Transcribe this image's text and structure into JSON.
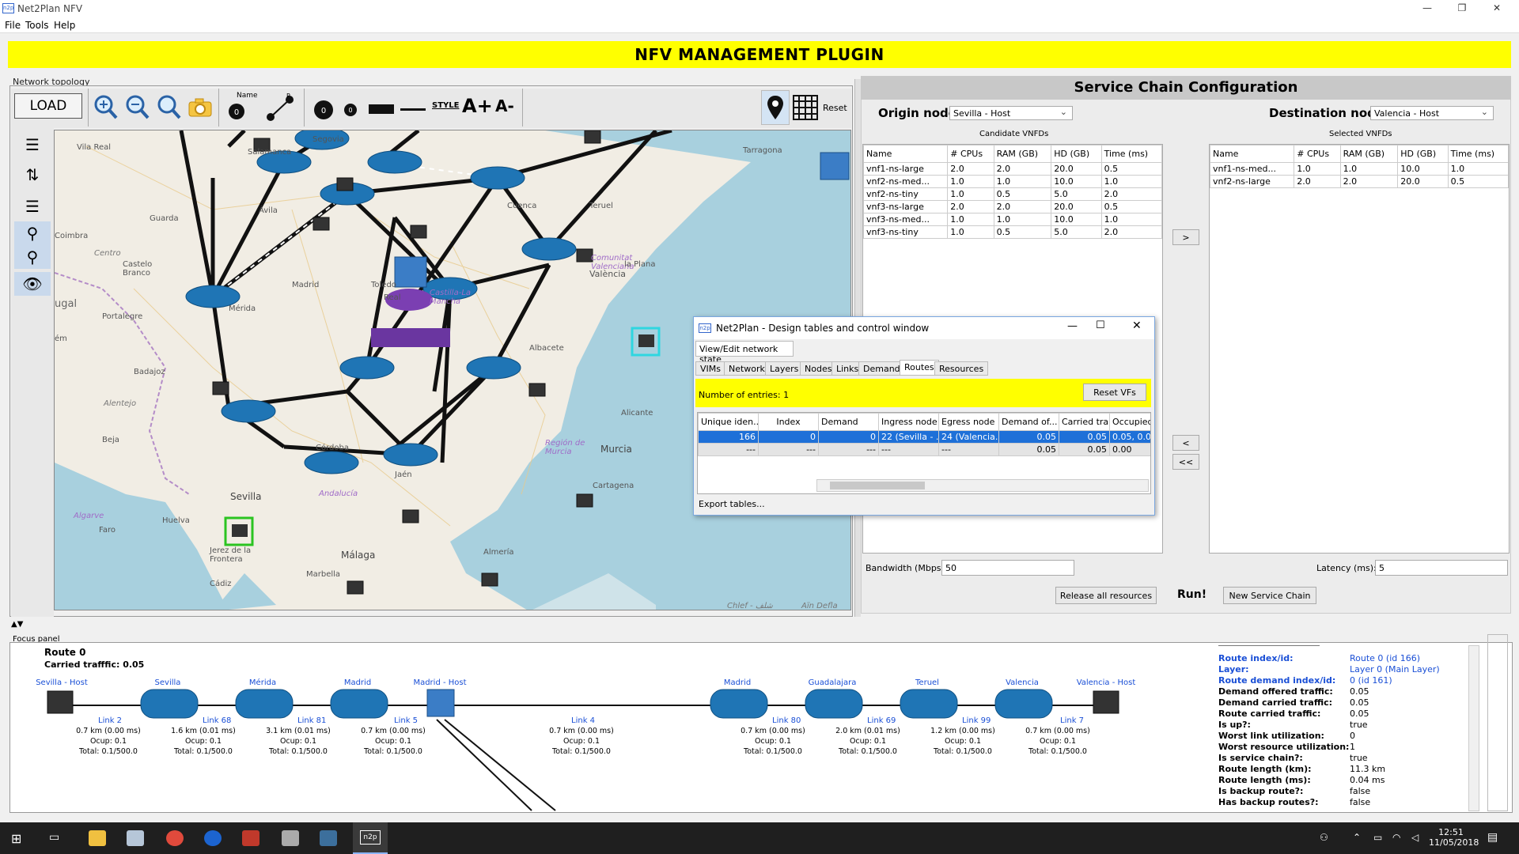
{
  "window": {
    "title": "Net2Plan NFV"
  },
  "menu": [
    "File",
    "Tools",
    "Help"
  ],
  "banner": "NFV MANAGEMENT PLUGIN",
  "topology": {
    "panel_label": "Network topology",
    "load_label": "LOAD",
    "name_label": "Name",
    "style_label": "STYLE",
    "font_up": "A+",
    "font_down": "A-",
    "reset_label": "Reset",
    "map_places": [
      "Vila Real",
      "Salamanca",
      "Segovia",
      "Guarda",
      "Coimbra",
      "Centro",
      "Castelo Branco",
      "Ávila",
      "Madrid",
      "Toledo",
      "Real",
      "Cuenca",
      "Tarragona",
      "Teruel",
      "Comunitat Valenciana",
      "València",
      "la Plana",
      "Portalegre",
      "Mérida",
      "Badajoz",
      "Alentejo",
      "Albacete",
      "Alicante",
      "Beja",
      "Murcia",
      "Región de Murcia",
      "Córdoba",
      "Jaén",
      "Andalucía",
      "Sevilla",
      "Algarve",
      "Faro",
      "Huelva",
      "Jerez de la Frontera",
      "Cádiz",
      "Málaga",
      "Marbella",
      "Almería",
      "Cartagena",
      "Chlef - شلف",
      "Aïn Defla",
      "ugal",
      "ém",
      "Castilla-La Mancha"
    ]
  },
  "service_chain": {
    "title": "Service Chain Configuration",
    "origin_label": "Origin node:",
    "origin_value": "Sevilla - Host",
    "dest_label": "Destination node:",
    "dest_value": "Valencia - Host",
    "candidate_title": "Candidate VNFDs",
    "selected_title": "Selected VNFDs",
    "columns": [
      "Name",
      "# CPUs",
      "RAM (GB)",
      "HD (GB)",
      "Time (ms)"
    ],
    "candidates": [
      [
        "vnf1-ns-large",
        "2.0",
        "2.0",
        "20.0",
        "0.5"
      ],
      [
        "vnf2-ns-med...",
        "1.0",
        "1.0",
        "10.0",
        "1.0"
      ],
      [
        "vnf2-ns-tiny",
        "1.0",
        "0.5",
        "5.0",
        "2.0"
      ],
      [
        "vnf3-ns-large",
        "2.0",
        "2.0",
        "20.0",
        "0.5"
      ],
      [
        "vnf3-ns-med...",
        "1.0",
        "1.0",
        "10.0",
        "1.0"
      ],
      [
        "vnf3-ns-tiny",
        "1.0",
        "0.5",
        "5.0",
        "2.0"
      ]
    ],
    "selected": [
      [
        "vnf1-ns-med...",
        "1.0",
        "1.0",
        "10.0",
        "1.0"
      ],
      [
        "vnf2-ns-large",
        "2.0",
        "2.0",
        "20.0",
        "0.5"
      ]
    ],
    "add_btn": ">",
    "remove_btn": "<",
    "remove_all_btn": "<<",
    "bandwidth_label": "Bandwidth (Mbps):",
    "bandwidth_value": "50",
    "latency_label": "Latency (ms):",
    "latency_value": "5",
    "release_btn": "Release all resources",
    "run_btn": "Run!",
    "new_chain_btn": "New Service Chain"
  },
  "dialog": {
    "title": "Net2Plan - Design tables and control window",
    "view_tab": "View/Edit network state",
    "tabs": [
      "VIMs",
      "Network",
      "Layers",
      "Nodes",
      "Links",
      "Demands",
      "Routes",
      "Resources"
    ],
    "active_tab": "Routes",
    "entries": "Number of entries: 1",
    "reset_btn": "Reset VFs",
    "columns": [
      "Unique iden...",
      "Index",
      "Demand",
      "Ingress node",
      "Egress node",
      "Demand of...",
      "Carried tra...",
      "Occupied"
    ],
    "rows": [
      [
        "166",
        "0",
        "0",
        "22 (Sevilla - ...",
        "24 (Valencia...",
        "0.05",
        "0.05",
        "0.05, 0.0"
      ],
      [
        "---",
        "---",
        "---",
        "---",
        "---",
        "0.05",
        "0.05",
        "0.00"
      ]
    ],
    "export": "Export tables..."
  },
  "focus": {
    "panel_label": "Focus panel",
    "route": "Route 0",
    "traffic": "Carried trafffic: 0.05",
    "nodes": [
      "Sevilla - Host",
      "Sevilla",
      "Mérida",
      "Madrid",
      "Madrid - Host",
      "Madrid",
      "Guadalajara",
      "Teruel",
      "Valencia",
      "Valencia - Host"
    ],
    "links": [
      {
        "name": "Link 2",
        "km": "0.7 km (0.00 ms)",
        "ocup": "Ocup: 0.1",
        "total": "Total: 0.1/500.0"
      },
      {
        "name": "Link 68",
        "km": "1.6 km (0.01 ms)",
        "ocup": "Ocup: 0.1",
        "total": "Total: 0.1/500.0"
      },
      {
        "name": "Link 81",
        "km": "3.1 km (0.01 ms)",
        "ocup": "Ocup: 0.1",
        "total": "Total: 0.1/500.0"
      },
      {
        "name": "Link 5",
        "km": "0.7 km (0.00 ms)",
        "ocup": "Ocup: 0.1",
        "total": "Total: 0.1/500.0"
      },
      {
        "name": "Link 4",
        "km": "0.7 km (0.00 ms)",
        "ocup": "Ocup: 0.1",
        "total": "Total: 0.1/500.0"
      },
      {
        "name": "Link 80",
        "km": "0.7 km (0.00 ms)",
        "ocup": "Ocup: 0.1",
        "total": "Total: 0.1/500.0"
      },
      {
        "name": "Link 69",
        "km": "2.0 km (0.01 ms)",
        "ocup": "Ocup: 0.1",
        "total": "Total: 0.1/500.0"
      },
      {
        "name": "Link 99",
        "km": "1.2 km (0.00 ms)",
        "ocup": "Ocup: 0.1",
        "total": "Total: 0.1/500.0"
      },
      {
        "name": "Link 7",
        "km": "0.7 km (0.00 ms)",
        "ocup": "Ocup: 0.1",
        "total": "Total: 0.1/500.0"
      }
    ],
    "info": [
      [
        "Route index/id:",
        "Route 0 (id 166)"
      ],
      [
        "Layer:",
        "Layer 0 (Main Layer)"
      ],
      [
        "Route demand index/id:",
        "0 (id 161)"
      ],
      [
        "Demand offered traffic:",
        "0.05"
      ],
      [
        "Demand carried traffic:",
        "0.05"
      ],
      [
        "Route carried traffic:",
        "0.05"
      ],
      [
        "Is up?:",
        "true"
      ],
      [
        "Worst link utilization:",
        "0"
      ],
      [
        "Worst resource utilization:",
        "1"
      ],
      [
        "Is service chain?:",
        "true"
      ],
      [
        "Route length (km):",
        "11.3 km"
      ],
      [
        "Route length (ms):",
        "0.04 ms"
      ],
      [
        "Is backup route?:",
        "false"
      ],
      [
        "Has backup routes?:",
        "false"
      ]
    ]
  },
  "taskbar": {
    "time": "12:51",
    "date": "11/05/2018"
  },
  "colors": {
    "banner": "#ffff00",
    "selected_row": "#1e70d8",
    "link_blue": "#1a4fd6",
    "router": "#1f75b5"
  }
}
